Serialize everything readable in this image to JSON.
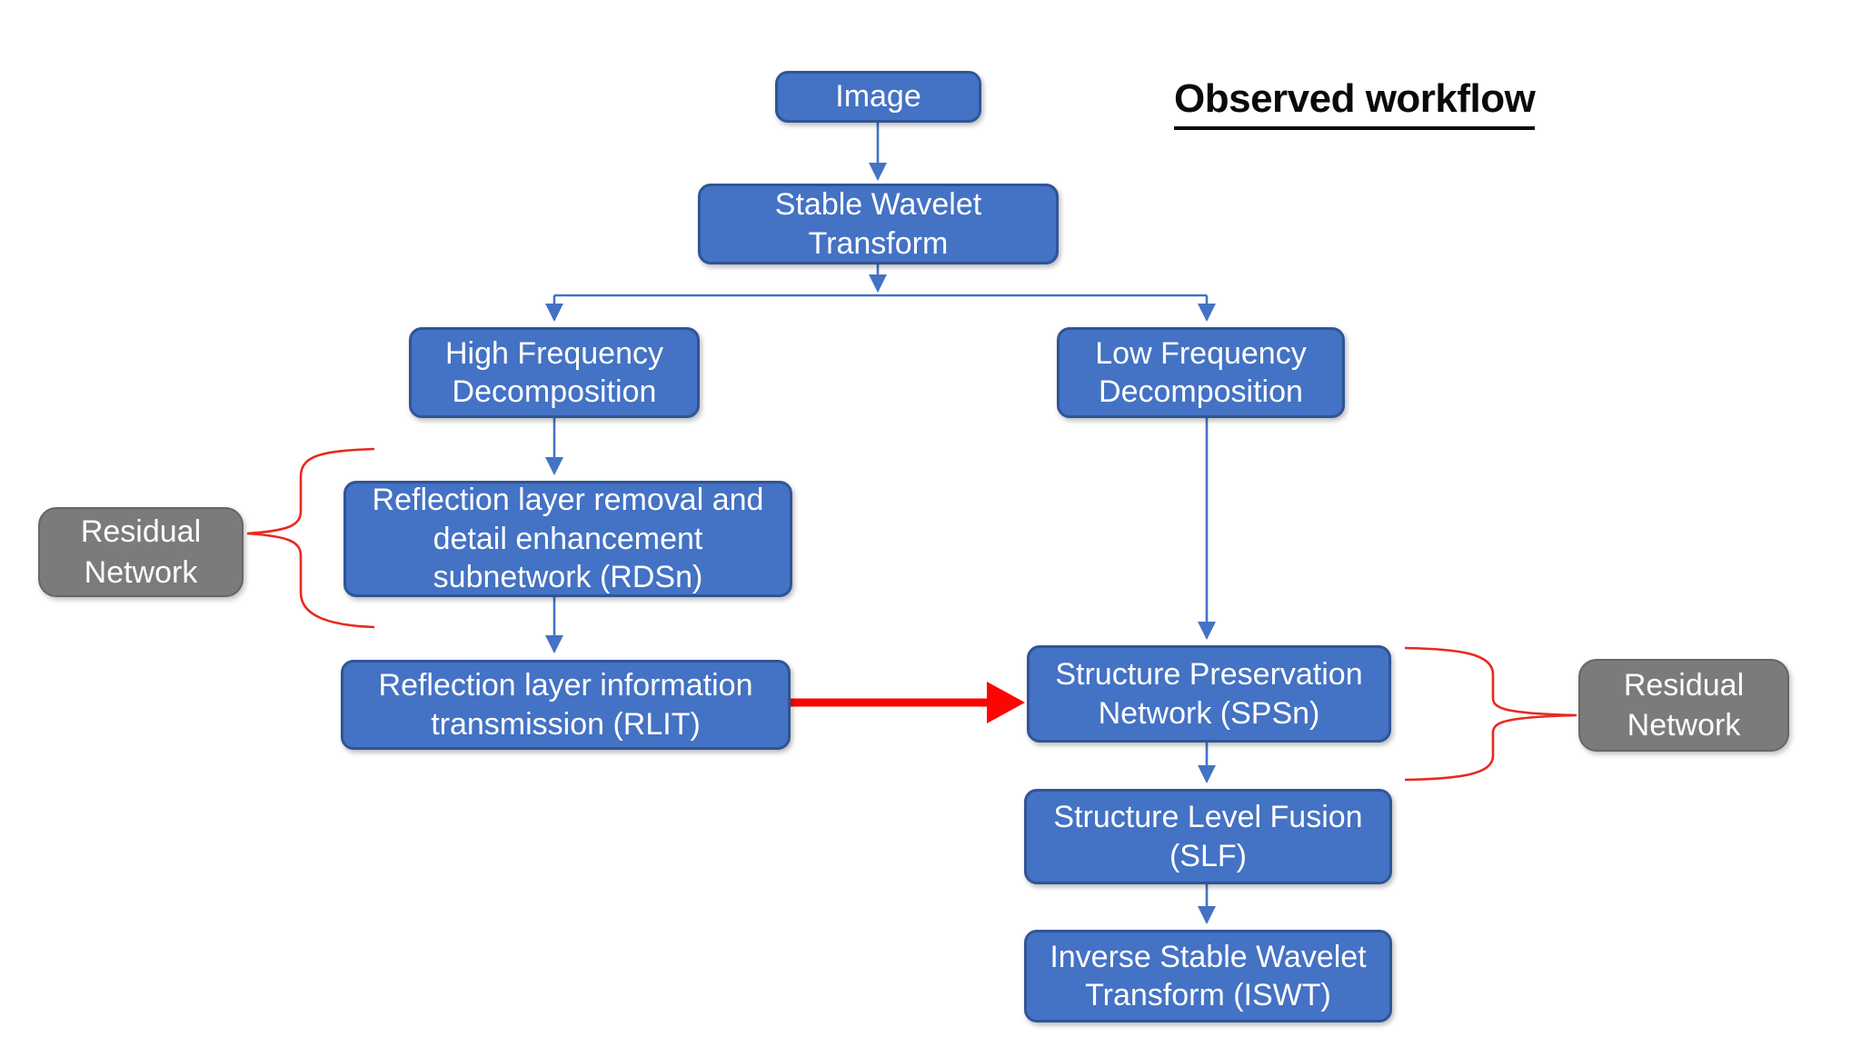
{
  "header": {
    "title": "Observed workflow"
  },
  "nodes": {
    "image": {
      "label": "Image"
    },
    "swt": {
      "label": "Stable Wavelet\nTransform"
    },
    "high": {
      "label": "High Frequency\nDecomposition"
    },
    "low": {
      "label": "Low Frequency\nDecomposition"
    },
    "rdsn": {
      "label": "Reflection layer removal and\ndetail enhancement\nsubnetwork (RDSn)"
    },
    "rlit": {
      "label": "Reflection layer information\ntransmission (RLIT)"
    },
    "spsn": {
      "label": "Structure Preservation\nNetwork (SPSn)"
    },
    "slf": {
      "label": "Structure Level Fusion\n(SLF)"
    },
    "iswt": {
      "label": "Inverse Stable Wavelet\nTransform (ISWT)"
    },
    "residual_left": {
      "label": "Residual\nNetwork"
    },
    "residual_right": {
      "label": "Residual\nNetwork"
    }
  },
  "edges": [
    {
      "from": "Image",
      "to": "Stable Wavelet Transform",
      "style": "blue-arrow"
    },
    {
      "from": "Stable Wavelet Transform",
      "to": "High Frequency Decomposition",
      "style": "blue-arrow"
    },
    {
      "from": "Stable Wavelet Transform",
      "to": "Low Frequency Decomposition",
      "style": "blue-arrow"
    },
    {
      "from": "High Frequency Decomposition",
      "to": "Reflection layer removal and detail enhancement subnetwork (RDSn)",
      "style": "blue-arrow"
    },
    {
      "from": "Reflection layer removal and detail enhancement subnetwork (RDSn)",
      "to": "Reflection layer information transmission (RLIT)",
      "style": "blue-arrow"
    },
    {
      "from": "Low Frequency Decomposition",
      "to": "Structure Preservation Network (SPSn)",
      "style": "blue-arrow"
    },
    {
      "from": "Reflection layer information transmission (RLIT)",
      "to": "Structure Preservation Network (SPSn)",
      "style": "red-arrow"
    },
    {
      "from": "Structure Preservation Network (SPSn)",
      "to": "Structure Level Fusion (SLF)",
      "style": "blue-arrow"
    },
    {
      "from": "Structure Level Fusion (SLF)",
      "to": "Inverse Stable Wavelet Transform (ISWT)",
      "style": "blue-arrow"
    }
  ],
  "annotations": [
    {
      "type": "brace",
      "side": "left",
      "links": "Residual Network",
      "wraps": "RDSn box"
    },
    {
      "type": "brace",
      "side": "right",
      "links": "Residual Network",
      "wraps": "SPSn box"
    }
  ],
  "colors": {
    "node_fill": "#4472C4",
    "node_border": "#2F5597",
    "gray_fill": "#7B7B7B",
    "connector_blue": "#4472C4",
    "highlight_red": "#FB0505",
    "brace_red": "#E8291F",
    "title_text": "#0A0A0A",
    "node_text": "#FFFFFF"
  }
}
